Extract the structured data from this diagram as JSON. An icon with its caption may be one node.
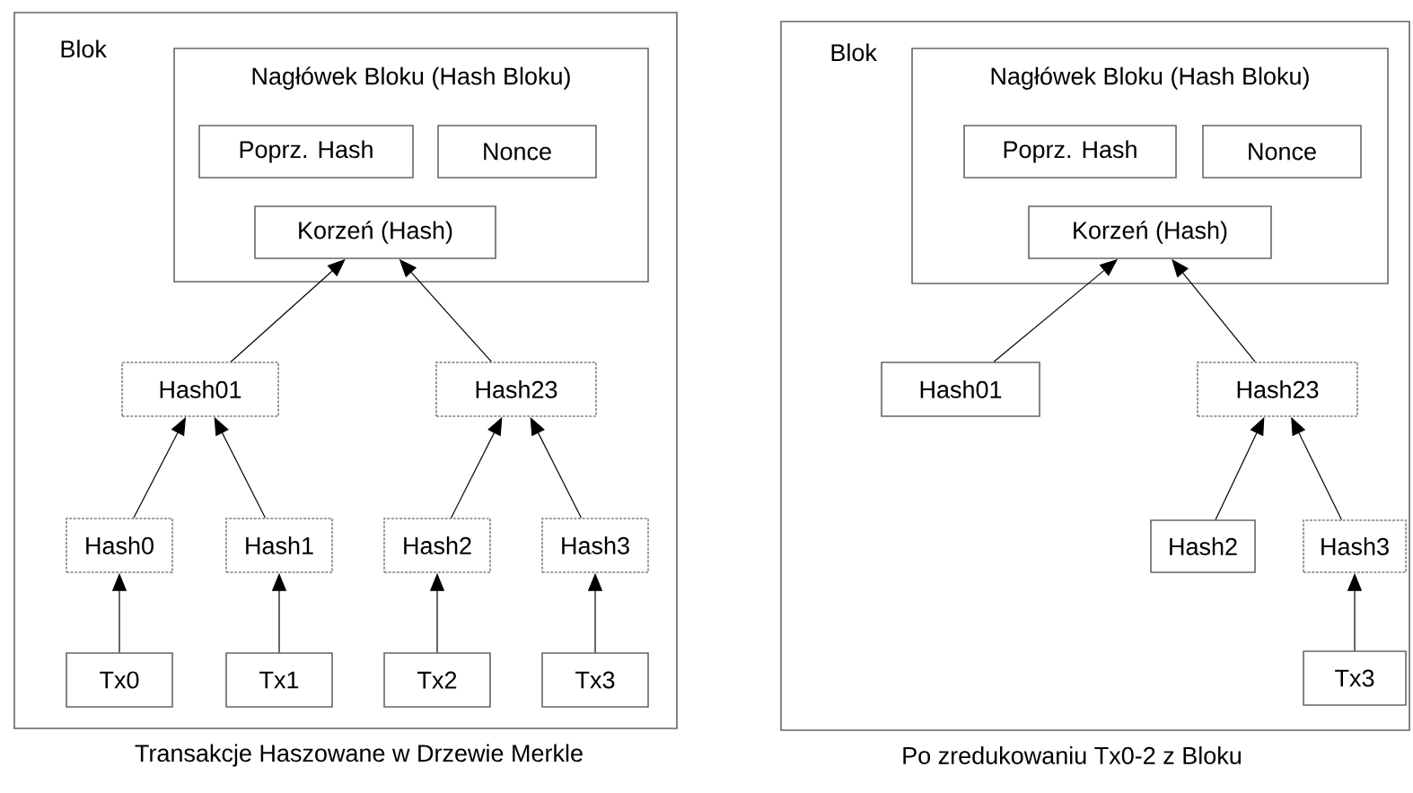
{
  "diagram": {
    "nodes": [
      {
        "text": [
          "Blok"
        ],
        "beside": [
          "Transakcje Haszowane w Drzewie Merkle"
        ]
      },
      {
        "text": [
          "Nagłówek Bloku (Hash Bloku)"
        ],
        "in": 0
      },
      {
        "text": [
          "Poprz. Hash"
        ],
        "in": 1
      },
      {
        "text": [
          "Nonce"
        ],
        "in": 1
      },
      {
        "text": [
          "Korzeń (Hash)"
        ],
        "in": 1
      },
      {
        "text": [
          "Hash01"
        ],
        "in": 0
      },
      {
        "text": [
          "Hash23"
        ],
        "in": 0
      },
      {
        "text": [
          "Hash0"
        ],
        "in": 0
      },
      {
        "text": [
          "Hash1"
        ],
        "in": 0
      },
      {
        "text": [
          "Hash2"
        ],
        "in": 0
      },
      {
        "text": [
          "Hash3"
        ],
        "in": 0
      },
      {
        "text": [
          "Tx0"
        ],
        "in": 0
      },
      {
        "text": [
          "Tx1"
        ],
        "in": 0
      },
      {
        "text": [
          "Tx2"
        ],
        "in": 0
      },
      {
        "text": [
          "Tx3"
        ],
        "in": 0
      },
      {
        "text": [
          "Blok"
        ],
        "beside": [
          "Po zredukowaniu Tx0-2 z Bloku"
        ]
      },
      {
        "text": [
          "Nagłówek Bloku (Hash Bloku)"
        ],
        "in": 15
      },
      {
        "text": [
          "Poprz. Hash"
        ],
        "in": 16
      },
      {
        "text": [
          "Nonce"
        ],
        "in": 16
      },
      {
        "text": [
          "Korzeń (Hash)"
        ],
        "in": 16
      },
      {
        "text": [
          "Hash01"
        ],
        "in": 15
      },
      {
        "text": [
          "Hash23"
        ],
        "in": 15
      },
      {
        "text": [
          "Hash2"
        ],
        "in": 15
      },
      {
        "text": [
          "Hash3"
        ],
        "in": 15
      },
      {
        "text": [
          "Tx3"
        ],
        "in": 15
      }
    ],
    "edges": [
      {
        "from": 5,
        "to": 4,
        "arrow": "to"
      },
      {
        "from": 6,
        "to": 4,
        "arrow": "to"
      },
      {
        "from": 7,
        "to": 5,
        "arrow": "to"
      },
      {
        "from": 8,
        "to": 5,
        "arrow": "to"
      },
      {
        "from": 9,
        "to": 6,
        "arrow": "to"
      },
      {
        "from": 10,
        "to": 6,
        "arrow": "to"
      },
      {
        "from": 11,
        "to": 7,
        "arrow": "to"
      },
      {
        "from": 12,
        "to": 8,
        "arrow": "to"
      },
      {
        "from": 13,
        "to": 9,
        "arrow": "to"
      },
      {
        "from": 14,
        "to": 10,
        "arrow": "to"
      },
      {
        "from": 20,
        "to": 19,
        "arrow": "to"
      },
      {
        "from": 21,
        "to": 19,
        "arrow": "to"
      },
      {
        "from": 22,
        "to": 21,
        "arrow": "to"
      },
      {
        "from": 23,
        "to": 21,
        "arrow": "to"
      },
      {
        "from": 24,
        "to": 23,
        "arrow": "to"
      }
    ]
  }
}
